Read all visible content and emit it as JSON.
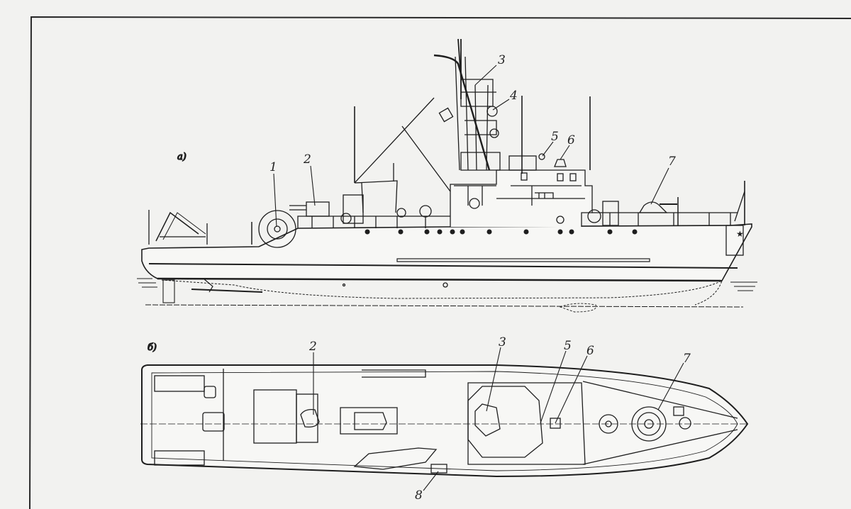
{
  "figure": {
    "frame": {
      "stroke": "#2a2a2a",
      "background": "#f2f2f0"
    },
    "ink": "#1e1e1e",
    "views": [
      {
        "id": "profile",
        "label": "а)"
      },
      {
        "id": "plan",
        "label": "б)"
      }
    ],
    "profile_callouts": [
      {
        "n": "1",
        "label": "1"
      },
      {
        "n": "2",
        "label": "2"
      },
      {
        "n": "3",
        "label": "3"
      },
      {
        "n": "4",
        "label": "4"
      },
      {
        "n": "5",
        "label": "5"
      },
      {
        "n": "6",
        "label": "6"
      },
      {
        "n": "7",
        "label": "7"
      }
    ],
    "plan_callouts": [
      {
        "n": "2",
        "label": "2"
      },
      {
        "n": "3",
        "label": "3"
      },
      {
        "n": "5",
        "label": "5"
      },
      {
        "n": "6",
        "label": "6"
      },
      {
        "n": "7",
        "label": "7"
      },
      {
        "n": "8",
        "label": "8"
      }
    ]
  }
}
